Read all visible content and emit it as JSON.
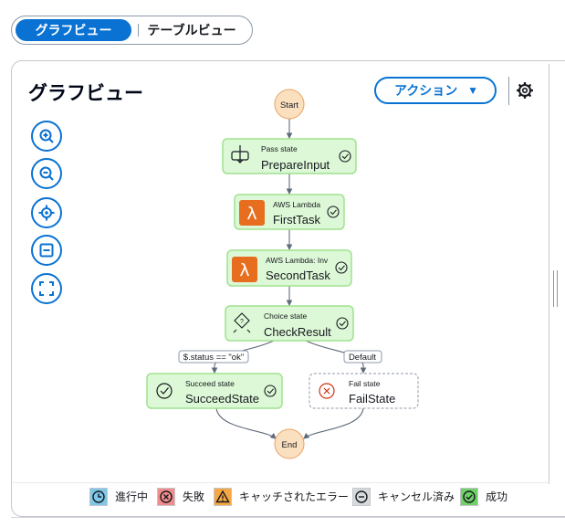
{
  "view_toggle": {
    "graph_label": "グラフビュー",
    "table_label": "テーブルビュー"
  },
  "panel": {
    "title": "グラフビュー",
    "action_label": "アクション",
    "caret": "▼"
  },
  "zoom_controls": [
    "zoom-in-icon",
    "zoom-out-icon",
    "center-icon",
    "fit-icon",
    "fullscreen-icon"
  ],
  "nodes": {
    "start": "Start",
    "end": "End",
    "prepare": {
      "type": "Pass state",
      "name": "PrepareInput"
    },
    "first": {
      "type": "AWS Lambda",
      "name": "FirstTask"
    },
    "second": {
      "type": "AWS Lambda: Inv",
      "name": "SecondTask"
    },
    "check": {
      "type": "Choice state",
      "name": "CheckResult"
    },
    "succeed": {
      "type": "Succeed state",
      "name": "SucceedState"
    },
    "fail": {
      "type": "Fail state",
      "name": "FailState"
    }
  },
  "edges": {
    "choice_ok": "$.status == \"ok\"",
    "choice_default": "Default"
  },
  "legend": [
    {
      "label": "進行中",
      "color": "#7fc7e6"
    },
    {
      "label": "失敗",
      "color": "#f08c8c"
    },
    {
      "label": "キャッチされたエラー",
      "color": "#f5a742"
    },
    {
      "label": "キャンセル済み",
      "color": "#d5dbdb"
    },
    {
      "label": "成功",
      "color": "#6fd168"
    }
  ],
  "colors": {
    "accent": "#0972d3",
    "success_fill": "#ddf8d6",
    "success_border": "#9fe28f",
    "lambda_orange": "#e66e1e",
    "terminal_fill": "#fbe0c0",
    "terminal_border": "#e9a25f"
  }
}
